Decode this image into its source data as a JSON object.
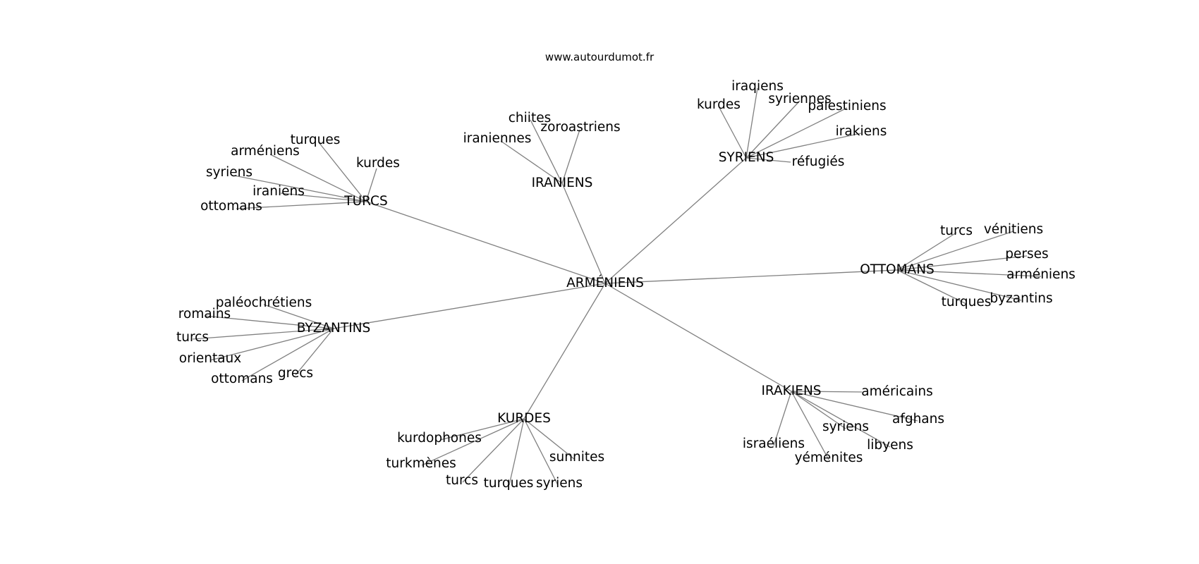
{
  "site": "www.autourdumot.fr",
  "graph": {
    "root": "ARMÉNIENS",
    "clusters": [
      {
        "hub": "TURCS",
        "words": [
          "turques",
          "arméniens",
          "kurdes",
          "syriens",
          "iraniens",
          "ottomans"
        ]
      },
      {
        "hub": "IRANIENS",
        "words": [
          "chiites",
          "zoroastriens",
          "iraniennes"
        ]
      },
      {
        "hub": "SYRIENS",
        "words": [
          "iraqiens",
          "kurdes",
          "syriennes",
          "palestiniens",
          "irakiens",
          "réfugiés"
        ]
      },
      {
        "hub": "OTTOMANS",
        "words": [
          "turcs",
          "vénitiens",
          "perses",
          "arméniens",
          "byzantins",
          "turques"
        ]
      },
      {
        "hub": "IRAKIENS",
        "words": [
          "américains",
          "afghans",
          "syriens",
          "libyens",
          "israéliens",
          "yéménites"
        ]
      },
      {
        "hub": "KURDES",
        "words": [
          "kurdophones",
          "turkmènes",
          "sunnites",
          "turcs",
          "turques",
          "syriens"
        ]
      },
      {
        "hub": "BYZANTINS",
        "words": [
          "paléochrétiens",
          "romains",
          "turcs",
          "orientaux",
          "ottomans",
          "grecs"
        ]
      }
    ]
  }
}
